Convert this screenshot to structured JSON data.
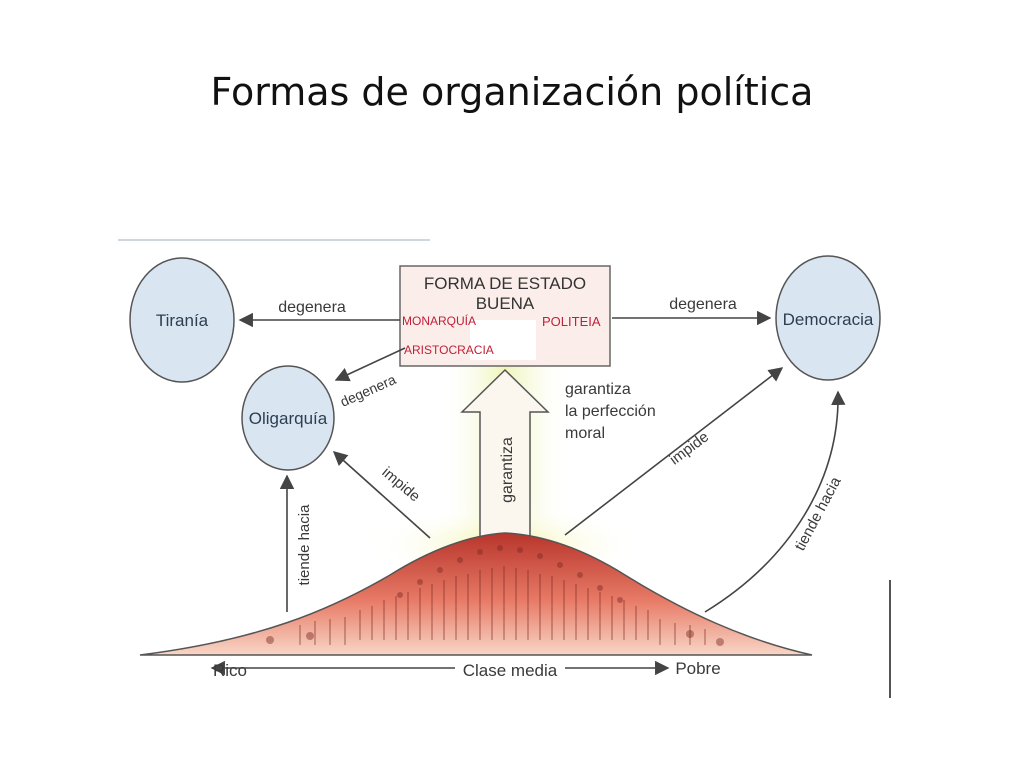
{
  "title": "Formas de organización política",
  "nodes": {
    "tirania": "Tiranía",
    "oligarquia": "Oligarquía",
    "democracia": "Democracia"
  },
  "box": {
    "title_line1": "FORMA DE ESTADO",
    "title_line2": "BUENA",
    "monarquia": "MONARQUÍA",
    "politeia": "POLITEIA",
    "aristocracia": "ARISTOCRACIA"
  },
  "arrows": {
    "degenera_left": "degenera",
    "degenera_diag": "degenera",
    "degenera_right": "degenera",
    "garantiza": "garantiza",
    "garantiza_note_1": "garantiza",
    "garantiza_note_2": "la perfección",
    "garantiza_note_3": "moral",
    "impide_left": "impide",
    "impide_right": "impide",
    "tiende_left": "tiende hacia",
    "tiende_right": "tiende hacia"
  },
  "axis": {
    "rico": "Rico",
    "clase_media": "Clase media",
    "pobre": "Pobre"
  },
  "colors": {
    "circle_fill": "#d9e6f2",
    "bell_top": "#c8483c",
    "bell_bottom": "#f6c7b4",
    "glow": "#f2f2b8"
  }
}
